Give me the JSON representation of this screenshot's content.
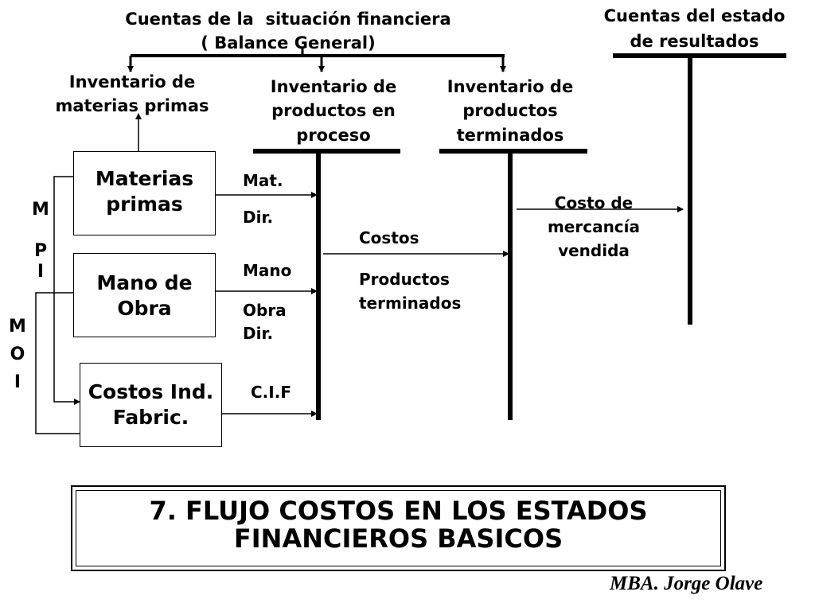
{
  "header": {
    "balance": "Cuentas de la  situación financiera\n( Balance General)",
    "results": "Cuentas del estado\nde resultados"
  },
  "accounts": {
    "raw_inventory": "Inventario de\nmaterias primas",
    "wip_inventory": "Inventario de\nproductos en\nproceso",
    "finished_inventory": "Inventario de\nproductos\nterminados"
  },
  "boxes": {
    "materials": "Materias\nprimas",
    "labor": "Mano de\nObra",
    "overhead": "Costos Ind.\nFabric."
  },
  "flow_labels": {
    "mat": "Mat.",
    "dir1": "Dir.",
    "mano": "Mano",
    "obra_dir": "Obra\nDir.",
    "cif": "C.I.F",
    "costos": "Costos",
    "productos_terminados": "Productos\nterminados",
    "costo_mercancia": "Costo de\nmercancía\nvendida"
  },
  "side_labels": {
    "mpi": "M\n\nP\nI",
    "moi": "M\nO\nI"
  },
  "title": "7. FLUJO COSTOS EN LOS ESTADOS\nFINANCIEROS BASICOS",
  "author": "MBA. Jorge Olave"
}
